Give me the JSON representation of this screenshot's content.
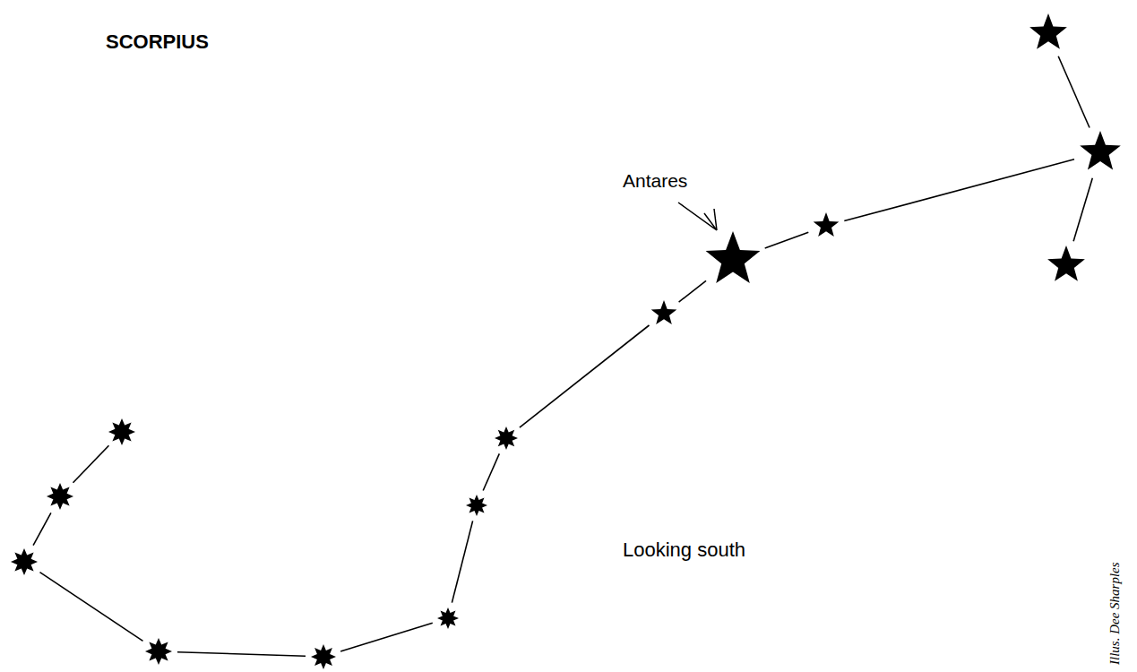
{
  "diagram": {
    "title": "SCORPIUS",
    "labels": [
      "Antares",
      "Looking south",
      "Illus. Dee Sharples"
    ]
  }
}
